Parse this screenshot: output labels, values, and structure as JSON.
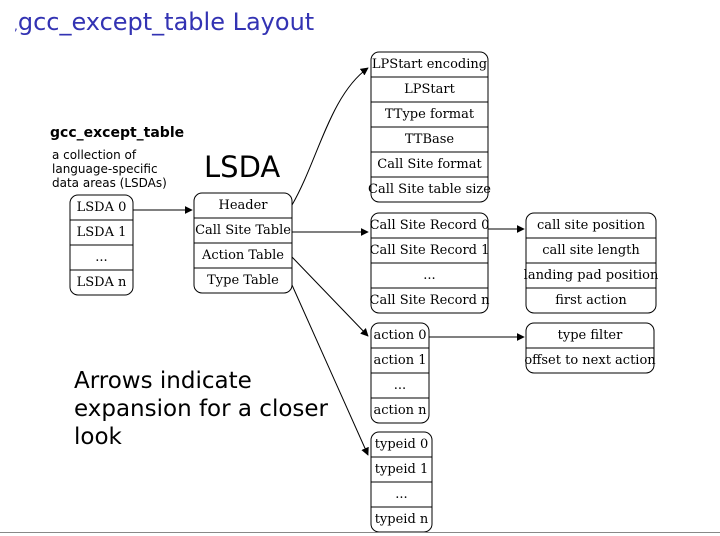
{
  "slide": {
    "title": "gcc_except_table Layout",
    "bullet": ","
  },
  "except_table": {
    "title": "gcc_except_table",
    "description": "a collection of language-specific data areas (LSDAs)"
  },
  "lsda": {
    "label": "LSDA"
  },
  "note": "Arrows indicate expansion for a closer look",
  "boxes": {
    "lsda_list": [
      "LSDA 0",
      "LSDA 1",
      "...",
      "LSDA n"
    ],
    "lsda_fields": [
      "Header",
      "Call Site Table",
      "Action Table",
      "Type Table"
    ],
    "header_fields": [
      "LPStart encoding",
      "LPStart",
      "TType format",
      "TTBase",
      "Call Site format",
      "Call Site table size"
    ],
    "call_site_records": [
      "Call Site Record 0",
      "Call Site Record 1",
      "...",
      "Call Site Record n"
    ],
    "call_site_fields": [
      "call site position",
      "call site length",
      "landing pad position",
      "first action"
    ],
    "actions": [
      "action 0",
      "action 1",
      "...",
      "action n"
    ],
    "action_fields": [
      "type filter",
      "offset to next action"
    ],
    "typeids": [
      "typeid 0",
      "typeid 1",
      "...",
      "typeid n"
    ]
  }
}
